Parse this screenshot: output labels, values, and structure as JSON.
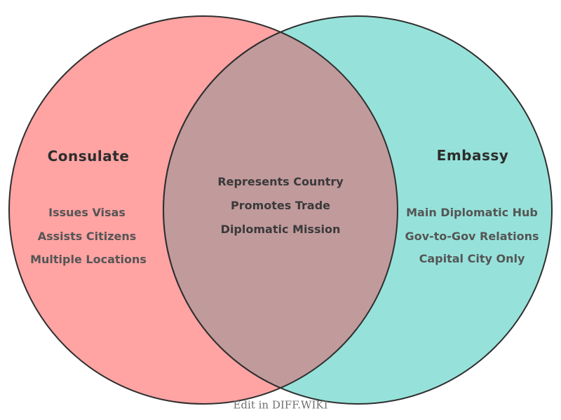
{
  "diagram": {
    "type": "venn2",
    "outline_color": "#2f2f2f",
    "left": {
      "title": "Consulate",
      "color": "#FFA3A3",
      "items": [
        "Issues Visas",
        "Assists Citizens",
        "Multiple Locations"
      ]
    },
    "right": {
      "title": "Embassy",
      "color": "#96E2DA",
      "items": [
        "Main Diplomatic Hub",
        "Gov-to-Gov Relations",
        "Capital City Only"
      ]
    },
    "overlap": {
      "color": "#C19A9C",
      "items": [
        "Represents Country",
        "Promotes Trade",
        "Diplomatic Mission"
      ]
    }
  },
  "footer": {
    "caption": "Edit in DIFF.WIKI"
  }
}
